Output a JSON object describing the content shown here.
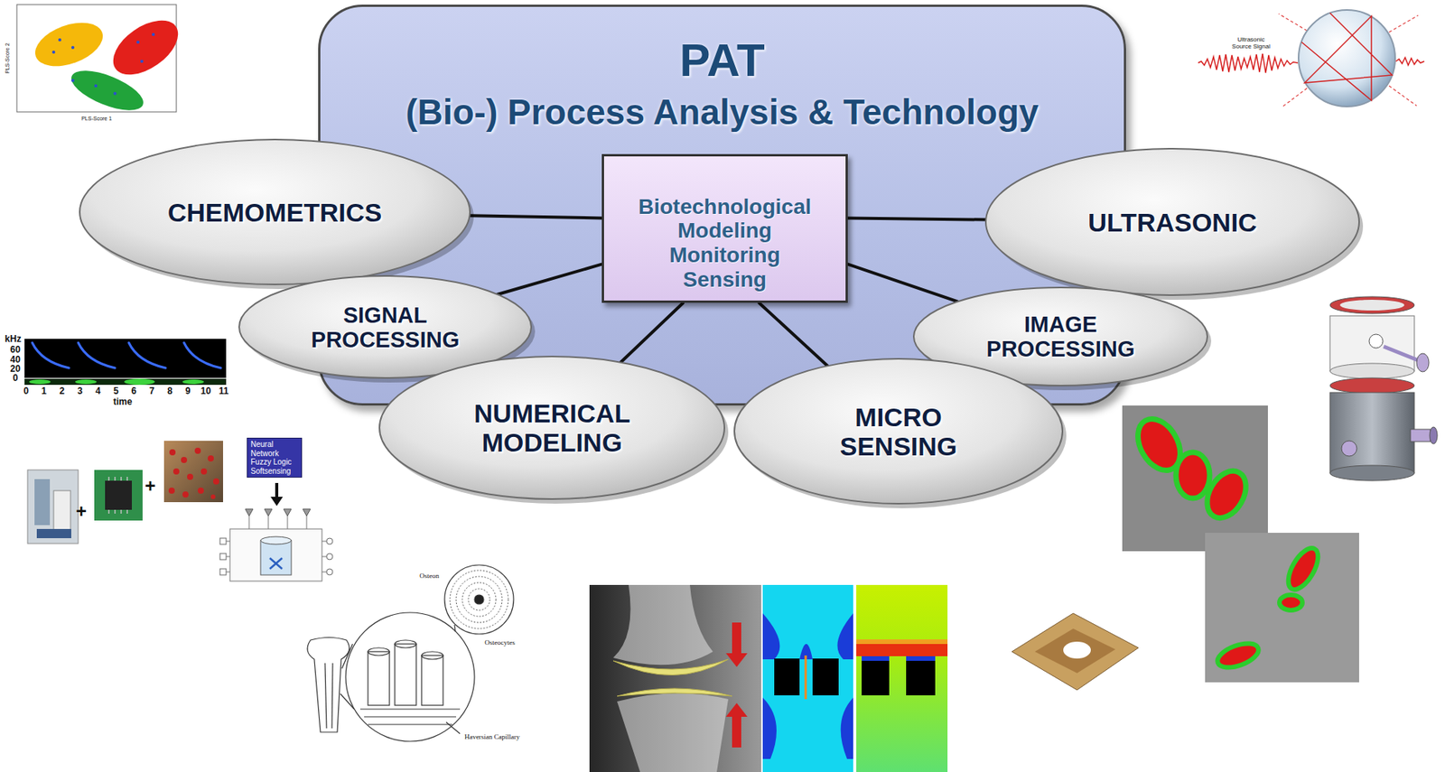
{
  "diagram": {
    "nodes": [
      {
        "text": [
          "PAT",
          "(Bio-) Process Analysis & Technology"
        ]
      },
      {
        "text": [
          "Biotechnological Modeling Monitoring Sensing"
        ],
        "in": 0
      },
      {
        "text": [
          "CHEMOMETRICS"
        ]
      },
      {
        "text": [
          "ULTRASONIC"
        ]
      },
      {
        "text": [
          "SIGNAL PROCESSING"
        ]
      },
      {
        "text": [
          "IMAGE PROCESSING"
        ]
      },
      {
        "text": [
          "NUMERICAL MODELING"
        ]
      },
      {
        "text": [
          "MICRO SENSING"
        ]
      },
      {
        "text": [
          "Neural Network Fuzzy Logic Softsensing"
        ]
      }
    ],
    "edges": [
      {
        "from": 1,
        "to": 2,
        "arrow": "none"
      },
      {
        "from": 1,
        "to": 3,
        "arrow": "none"
      },
      {
        "from": 1,
        "to": 4,
        "arrow": "none"
      },
      {
        "from": 1,
        "to": 5,
        "arrow": "none"
      },
      {
        "from": 1,
        "to": 6,
        "arrow": "none"
      },
      {
        "from": 1,
        "to": 7,
        "arrow": "none"
      }
    ],
    "labels": [
      "PLS-Score 1",
      "PLS-Score 2",
      "Ultrasonic Source Signal",
      "kHz",
      "60",
      "40",
      "20",
      "0",
      "0",
      "1",
      "2",
      "3",
      "4",
      "5",
      "6",
      "7",
      "8",
      "9",
      "10",
      "11",
      "time",
      "+",
      "+",
      "Osteon",
      "Osteocytes",
      "Haversian Capillary"
    ]
  }
}
